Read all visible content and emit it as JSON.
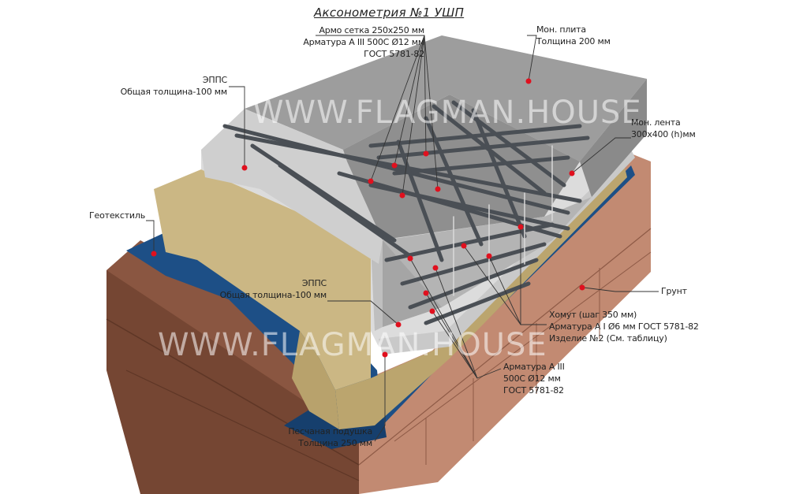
{
  "title": "Аксонометрия №1 УШП",
  "watermark": "WWW.FLAGMAN.HOUSE",
  "labels": {
    "mesh": [
      "Армо сетка 250х250 мм",
      "Арматура А III 500С Ø12 мм",
      "ГОСТ 5781-82"
    ],
    "eps_top": [
      "ЭППС",
      "Общая толщина-100 мм"
    ],
    "slab": [
      "Мон. плита",
      "Толщина 200 мм"
    ],
    "strip": [
      "Мон. лента",
      "300х400 (h)мм"
    ],
    "geotextile": [
      "Геотекстиль"
    ],
    "eps_side": [
      "ЭППС",
      "Общая толщина-100 мм"
    ],
    "ground": [
      "Грунт"
    ],
    "stirrup": [
      "Хомут (шаг 350 мм)",
      "Арматура А I Ø6 мм ГОСТ 5781-82",
      "Изделие №2 (См. таблицу)"
    ],
    "rebar": [
      "Арматура А III",
      "500С Ø12 мм",
      "ГОСТ 5781-82"
    ],
    "sand": [
      "Песчаная подушка",
      "Толщина 250 мм"
    ]
  },
  "colors": {
    "ground": "#b57a62",
    "ground_dark": "#7d4c3a",
    "geotextile": "#1d4f86",
    "sand": "#cbb784",
    "eps": "#e3e3e3",
    "concrete": "#a7a7a7",
    "rebar": "#4a4f55",
    "marker": "#e0101e"
  }
}
